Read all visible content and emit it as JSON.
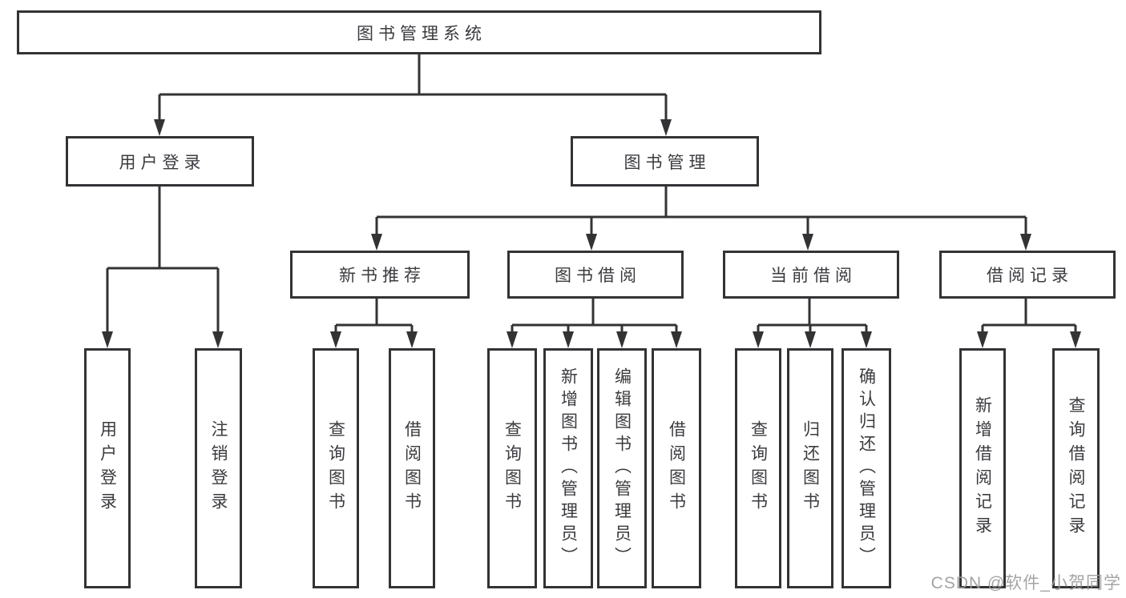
{
  "tree": {
    "label": "图书管理系统",
    "children": [
      {
        "label": "用户登录",
        "children": [
          {
            "label": "用户登录"
          },
          {
            "label": "注销登录"
          }
        ]
      },
      {
        "label": "图书管理",
        "children": [
          {
            "label": "新书推荐",
            "children": [
              {
                "label": "查询图书"
              },
              {
                "label": "借阅图书"
              }
            ]
          },
          {
            "label": "图书借阅",
            "children": [
              {
                "label": "查询图书"
              },
              {
                "label": "新增图书（管理员）"
              },
              {
                "label": "编辑图书（管理员）"
              },
              {
                "label": "借阅图书"
              }
            ]
          },
          {
            "label": "当前借阅",
            "children": [
              {
                "label": "查询图书"
              },
              {
                "label": "归还图书"
              },
              {
                "label": "确认归还（管理员）"
              }
            ]
          },
          {
            "label": "借阅记录",
            "children": [
              {
                "label": "新增借阅记录"
              },
              {
                "label": "查询借阅记录"
              }
            ]
          }
        ]
      }
    ]
  },
  "watermark": "CSDN @软件_小贺同学",
  "colors": {
    "line": "#333336",
    "box_border": "#333336",
    "text": "#3b3b40",
    "watermark": "#9b9b9e",
    "background": "#ffffff"
  }
}
